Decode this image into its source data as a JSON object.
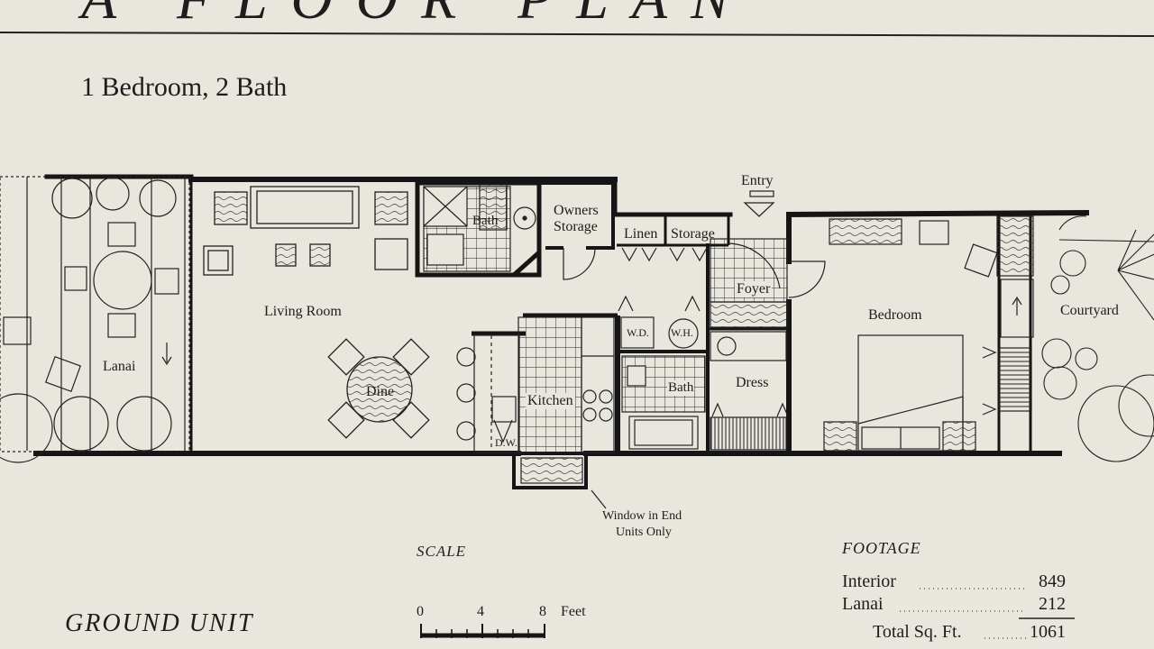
{
  "plan": {
    "title": "A FLOOR PLAN",
    "subtitle": "1 Bedroom, 2 Bath",
    "unit_type": "GROUND UNIT"
  },
  "rooms": {
    "lanai": "Lanai",
    "living_room": "Living Room",
    "dine": "Dine",
    "bath_upper": "Bath",
    "owners_storage_line1": "Owners",
    "owners_storage_line2": "Storage",
    "linen": "Linen",
    "storage": "Storage",
    "entry": "Entry",
    "foyer": "Foyer",
    "bedroom": "Bedroom",
    "courtyard": "Courtyard",
    "kitchen": "Kitchen",
    "wd": "W.D.",
    "wh": "W.H.",
    "bath_lower": "Bath",
    "dress": "Dress",
    "dw": "D.W."
  },
  "notes": {
    "window_line1": "Window in End",
    "window_line2": "Units Only"
  },
  "scale": {
    "label": "SCALE",
    "ticks": [
      "0",
      "4",
      "8"
    ],
    "unit": "Feet"
  },
  "footage": {
    "label": "FOOTAGE",
    "rows": [
      {
        "name": "Interior",
        "value": "849"
      },
      {
        "name": "Lanai",
        "value": "212"
      }
    ],
    "total_name": "Total Sq. Ft.",
    "total_value": "1061"
  },
  "colors": {
    "paper": "#e8e6dd",
    "ink": "#1d1d1d"
  }
}
